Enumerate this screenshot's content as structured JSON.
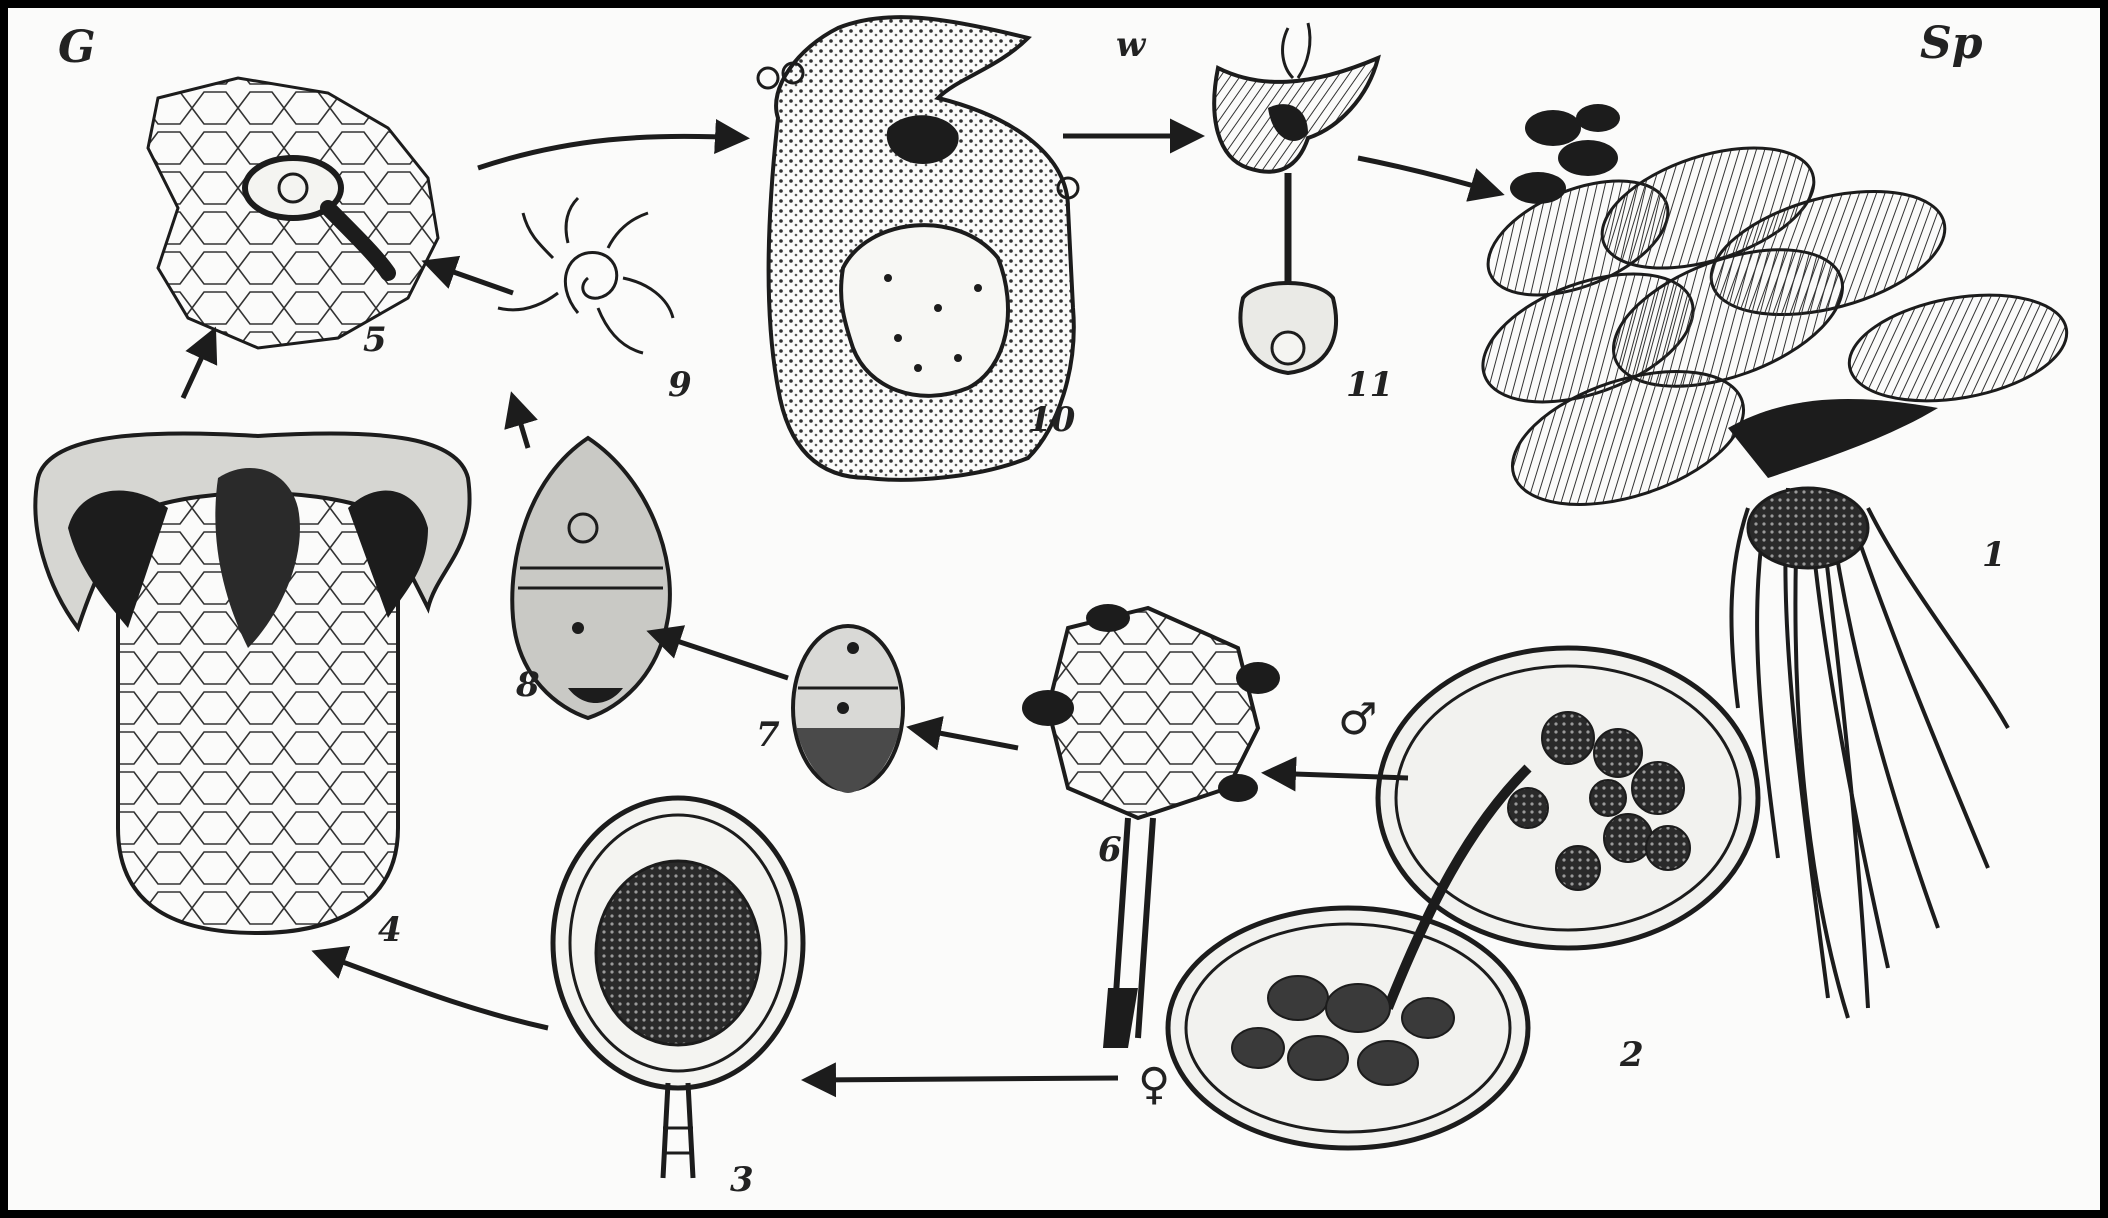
{
  "corners": {
    "top_left": "G",
    "top_mid": "w",
    "top_right": "Sp"
  },
  "stages": [
    {
      "id": "1",
      "name": "sporophyte plant"
    },
    {
      "id": "2",
      "name": "sporocarp cross-section"
    },
    {
      "id": "3",
      "name": "megasporangium"
    },
    {
      "id": "4",
      "name": "megaspore with female gametophyte"
    },
    {
      "id": "5",
      "name": "archegonium with egg"
    },
    {
      "id": "6",
      "name": "microspore massula"
    },
    {
      "id": "7",
      "name": "male gametophyte early"
    },
    {
      "id": "8",
      "name": "male gametophyte"
    },
    {
      "id": "9",
      "name": "spermatozoid"
    },
    {
      "id": "10",
      "name": "embryo in archegonium"
    },
    {
      "id": "11",
      "name": "young sporophyte"
    }
  ],
  "labels": {
    "n1": "1",
    "n2": "2",
    "n3": "3",
    "n4": "4",
    "n5": "5",
    "n6": "6",
    "n7": "7",
    "n8": "8",
    "n9": "9",
    "n10": "10",
    "n11": "11",
    "male": "♂",
    "female": "♀"
  },
  "colors": {
    "ink": "#1c1c1c",
    "paper": "#fbfbfa",
    "shade": "#8a8a8a",
    "light": "#d9d9d6"
  }
}
